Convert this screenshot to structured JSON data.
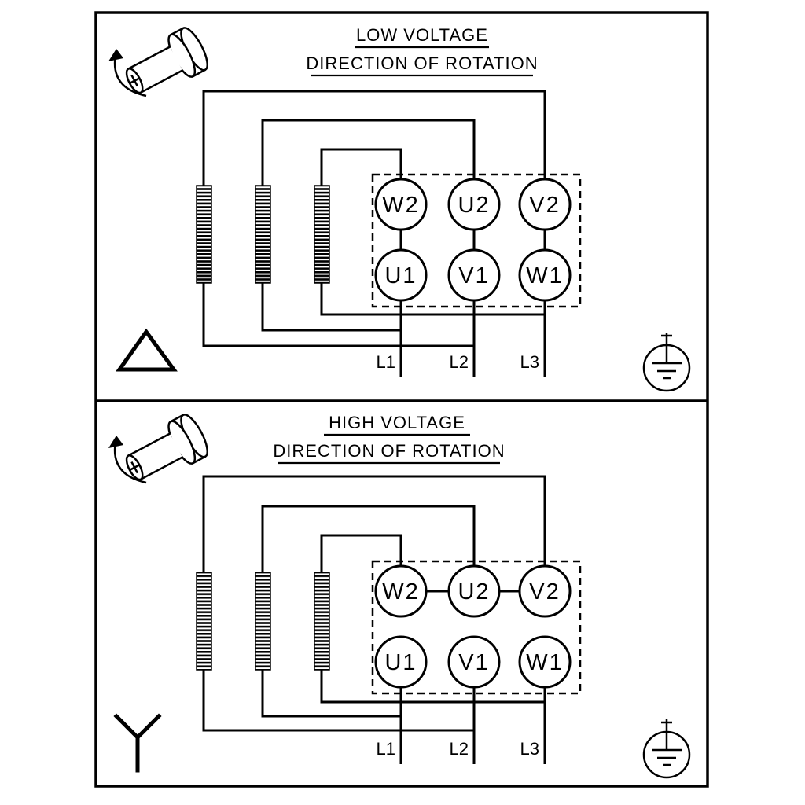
{
  "diagram": {
    "kind": "three-phase-motor-terminal-wiring",
    "panels": [
      {
        "title": "LOW VOLTAGE",
        "subtitle": "DIRECTION OF ROTATION",
        "connection": "delta",
        "terminals_top": [
          "W2",
          "U2",
          "V2"
        ],
        "terminals_bottom": [
          "U1",
          "V1",
          "W1"
        ],
        "line_labels": [
          "L1",
          "L2",
          "L3"
        ]
      },
      {
        "title": "HIGH VOLTAGE",
        "subtitle": "DIRECTION OF ROTATION",
        "connection": "star",
        "terminals_top": [
          "W2",
          "U2",
          "V2"
        ],
        "terminals_bottom": [
          "U1",
          "V1",
          "W1"
        ],
        "line_labels": [
          "L1",
          "L2",
          "L3"
        ]
      }
    ],
    "icons": [
      "rotation-direction-icon",
      "earth-ground-icon",
      "delta-symbol",
      "star-symbol"
    ],
    "colors": {
      "line": "#000000",
      "background": "#ffffff"
    }
  }
}
